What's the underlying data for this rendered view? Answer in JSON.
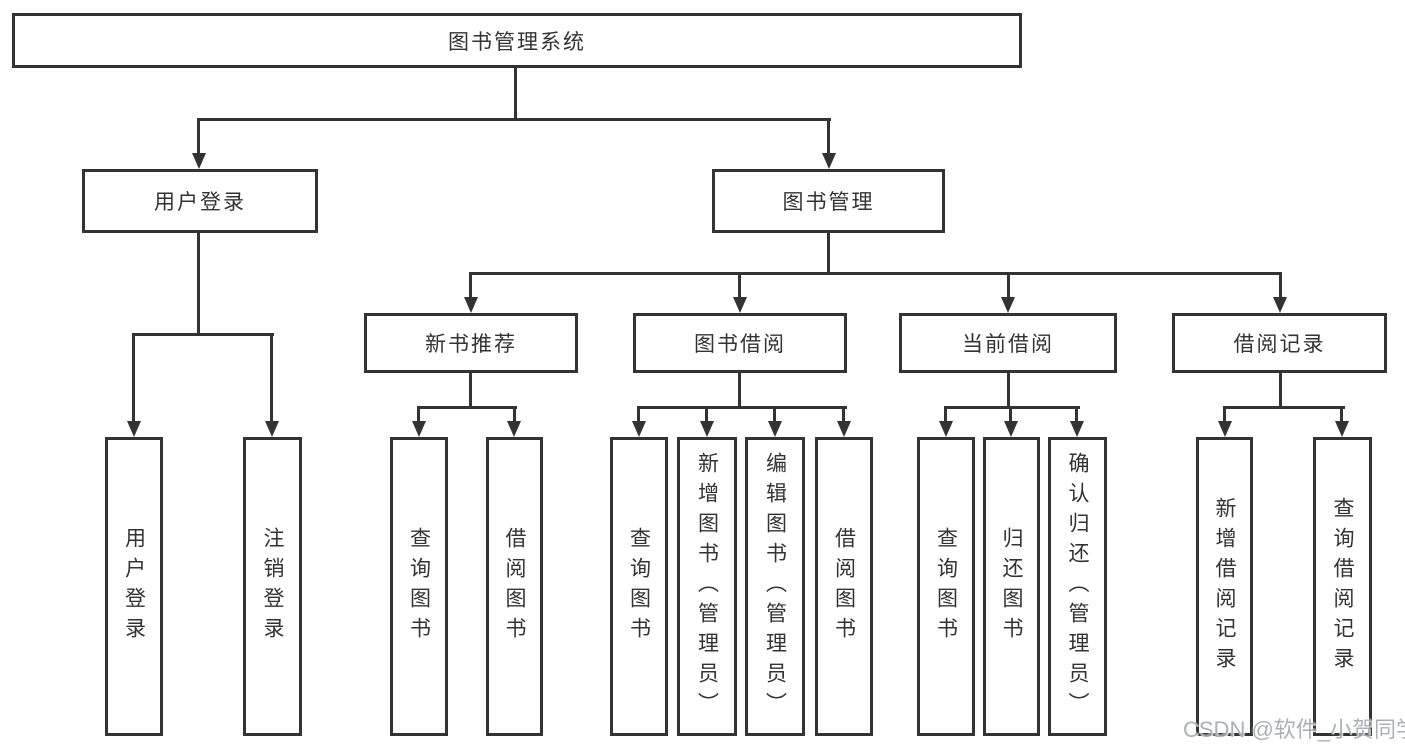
{
  "diagram": {
    "root": "图书管理系统",
    "level2": {
      "login": "用户登录",
      "management": "图书管理"
    },
    "modules": {
      "recommend": "新书推荐",
      "borrow": "图书借阅",
      "current": "当前借阅",
      "record": "借阅记录"
    },
    "login_children": [
      "用户登录",
      "注销登录"
    ],
    "recommend_children": [
      "查询图书",
      "借阅图书"
    ],
    "borrow_children": [
      "查询图书",
      "新增图书（管理员）",
      "编辑图书（管理员）",
      "借阅图书"
    ],
    "current_children": [
      "查询图书",
      "归还图书",
      "确认归还（管理员）"
    ],
    "record_children": [
      "新增借阅记录",
      "查询借阅记录"
    ]
  },
  "watermark": "CSDN @软件_小贺同学",
  "colors": {
    "line": "#333333",
    "text": "#333333",
    "background": "#ffffff",
    "watermark": "#9ea3aa"
  }
}
